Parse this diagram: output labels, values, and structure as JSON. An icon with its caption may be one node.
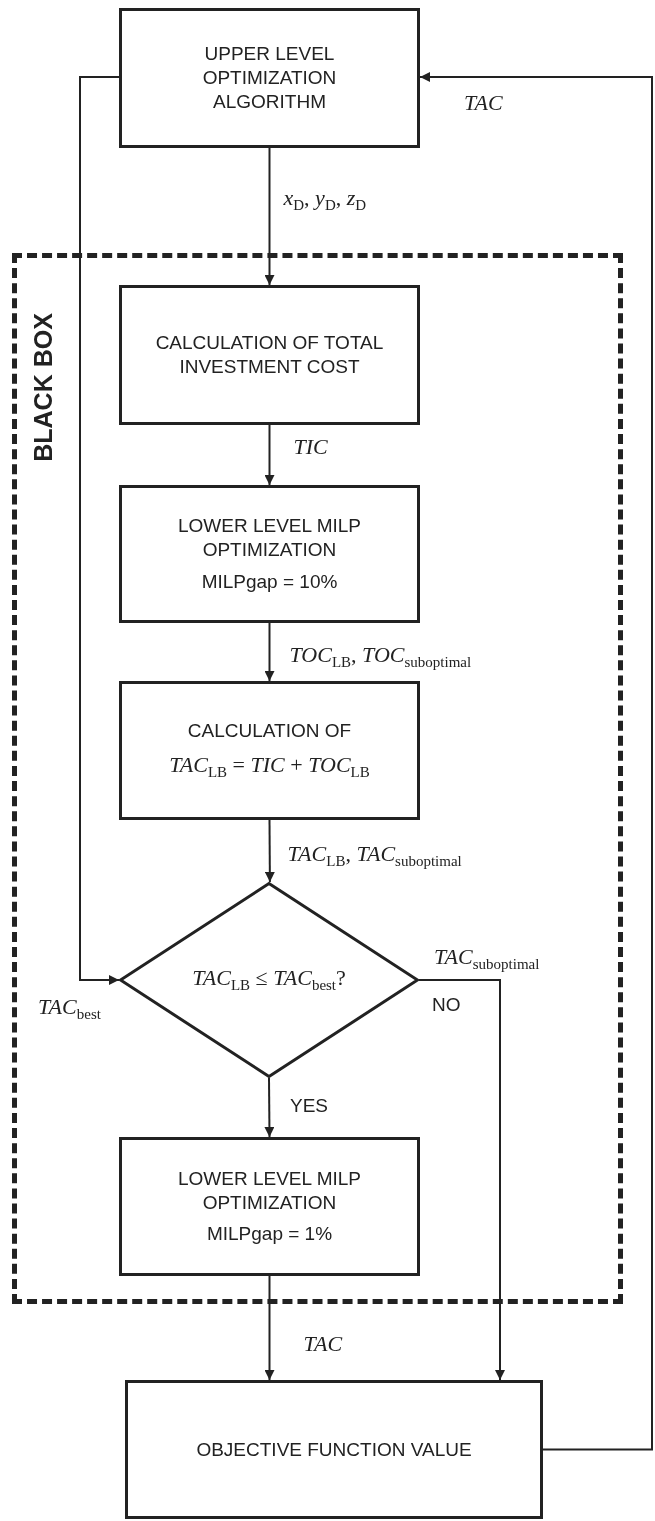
{
  "diagram": {
    "nodes": [
      {
        "text": [
          "UPPER LEVEL OPTIMIZATION ALGORITHM"
        ]
      },
      {
        "text": [
          "BLACK BOX"
        ]
      },
      {
        "text": [
          "CALCULATION OF TOTAL INVESTMENT COST"
        ],
        "in": 1
      },
      {
        "text": [
          "LOWER LEVEL MILP OPTIMIZATION",
          "MILPgap = 10%"
        ],
        "in": 1
      },
      {
        "text": [
          "CALCULATION OF",
          "*TAC*$_{LB}$ = *TIC* + *TOC*$_{LB}$"
        ],
        "in": 1
      },
      {
        "text": [
          "*TAC*$_{LB}$ ≤ *TAC*$_{best}$?"
        ],
        "in": 1
      },
      {
        "text": [
          "LOWER LEVEL MILP OPTIMIZATION",
          "MILPgap = 1%"
        ],
        "in": 1
      },
      {
        "text": [
          "OBJECTIVE FUNCTION VALUE"
        ]
      }
    ],
    "edges": [
      {
        "from": 0,
        "to": 2,
        "arrow": "to",
        "label": "*x*$_{D}$, *y*$_{D}$, *z*$_{D}$"
      },
      {
        "from": 2,
        "to": 3,
        "arrow": "to",
        "label": "TIC"
      },
      {
        "from": 3,
        "to": 4,
        "arrow": "to",
        "label": "*TOC*$_{LB}$, *TOC*$_{suboptimal}$"
      },
      {
        "from": 4,
        "to": 5,
        "arrow": "to",
        "label": "*TAC*$_{LB}$, *TAC*$_{suboptimal}$"
      },
      {
        "from": 5,
        "to": 6,
        "arrow": "to",
        "label": "YES"
      },
      {
        "from": 5,
        "to": 7,
        "arrow": "to",
        "label": "*TAC*$_{suboptimal}$"
      },
      {
        "from": 6,
        "to": 7,
        "arrow": "to",
        "label": "TAC"
      },
      {
        "from": 7,
        "to": 0,
        "arrow": "to",
        "label": "TAC"
      },
      {
        "from": 0,
        "to": 5,
        "arrow": "to",
        "label": "*TAC*$_{best}$"
      }
    ],
    "labels": [
      "NO"
    ]
  }
}
